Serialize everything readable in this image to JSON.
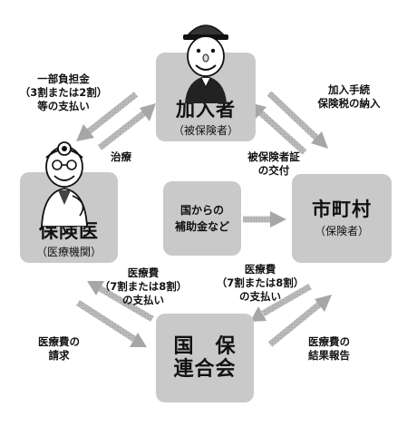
{
  "nodes": {
    "member": {
      "title": "加入者",
      "sub": "（被保険者）"
    },
    "doctor": {
      "title": "保険医",
      "sub": "（医療機関）"
    },
    "city": {
      "title": "市町村",
      "sub": "（保険者）"
    },
    "union": {
      "line1": "国　保",
      "line2": "連合会"
    },
    "subsidy": {
      "line1": "国からの",
      "line2": "補助金など"
    }
  },
  "labels": {
    "copay": [
      "一部負担金",
      "（3割または2割）",
      "等の支払い"
    ],
    "treatment": "治療",
    "enroll": [
      "加入手続",
      "保険税の納入"
    ],
    "card": [
      "被保険者証",
      "の交付"
    ],
    "pay_left": [
      "医療費",
      "（7割または8割）",
      "の支払い"
    ],
    "pay_right": [
      "医療費",
      "（7割または8割）",
      "の支払い"
    ],
    "claim": [
      "医療費の",
      "請求"
    ],
    "report": [
      "医療費の",
      "結果報告"
    ]
  },
  "colors": {
    "box": "#c9c9c9",
    "arrow": "#a6a6a6",
    "text": "#111111"
  }
}
